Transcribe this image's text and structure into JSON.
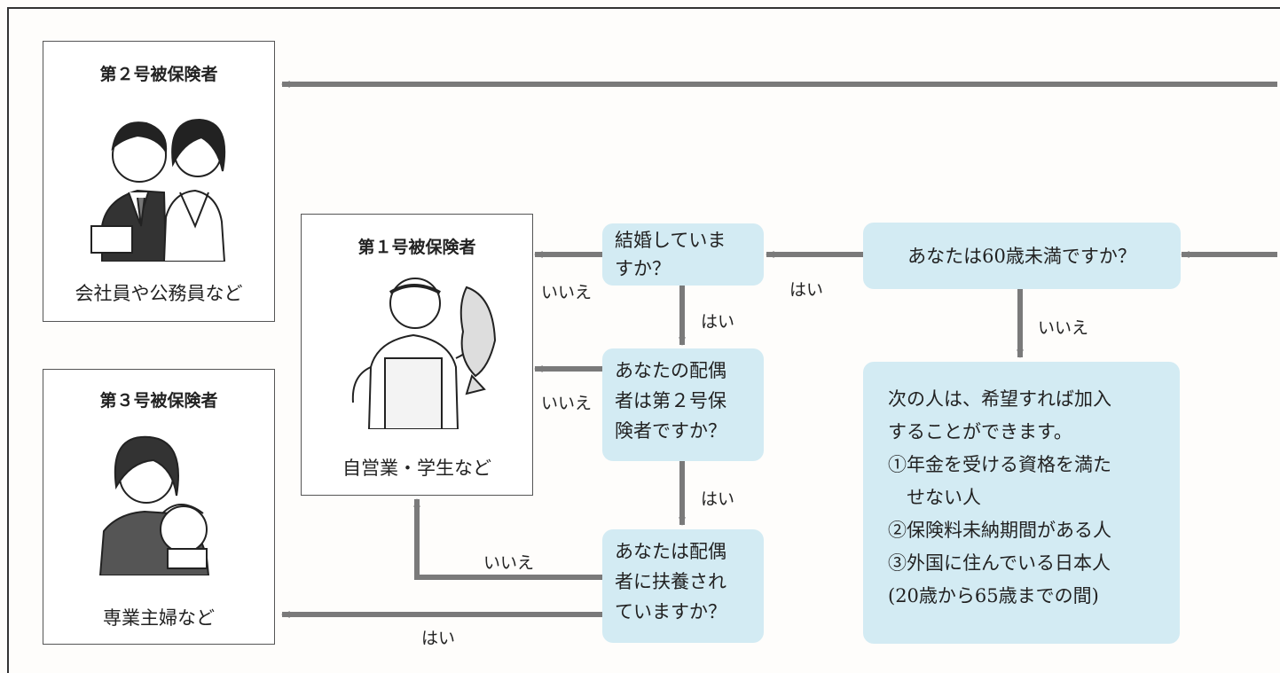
{
  "boxes": {
    "second": {
      "title": "第２号被保険者",
      "caption": "会社員や公務員など",
      "illustration_icon": "office-workers-illustration"
    },
    "first": {
      "title": "第１号被保険者",
      "caption": "自営業・学生など",
      "illustration_icon": "fishmonger-illustration"
    },
    "third": {
      "title": "第３号被保険者",
      "caption": "専業主婦など",
      "illustration_icon": "mother-and-baby-illustration"
    }
  },
  "questions": {
    "age": "あなたは60歳未満ですか？",
    "married": [
      "結婚していま",
      "すか？"
    ],
    "spouse": [
      "あなたの配偶",
      "者は第２号保",
      "険者ですか？"
    ],
    "dependent": [
      "あなたは配偶",
      "者に扶養され",
      "ていますか？"
    ]
  },
  "info": [
    "次の人は、希望すれば加入",
    "することができます。",
    "①年金を受ける資格を満た",
    "　せない人",
    "②保険料未納期間がある人",
    "③外国に住んでいる日本人",
    "(20歳から65歳までの間)"
  ],
  "labels": {
    "age_yes": "はい",
    "age_no": "いいえ",
    "married_no": "いいえ",
    "married_yes": "はい",
    "spouse_no": "いいえ",
    "spouse_yes": "はい",
    "dependent_no": "いいえ",
    "dependent_yes": "はい"
  },
  "colors": {
    "question_fill": "#d3ebf3",
    "arrow": "#7a7a7a",
    "border": "#555555"
  }
}
